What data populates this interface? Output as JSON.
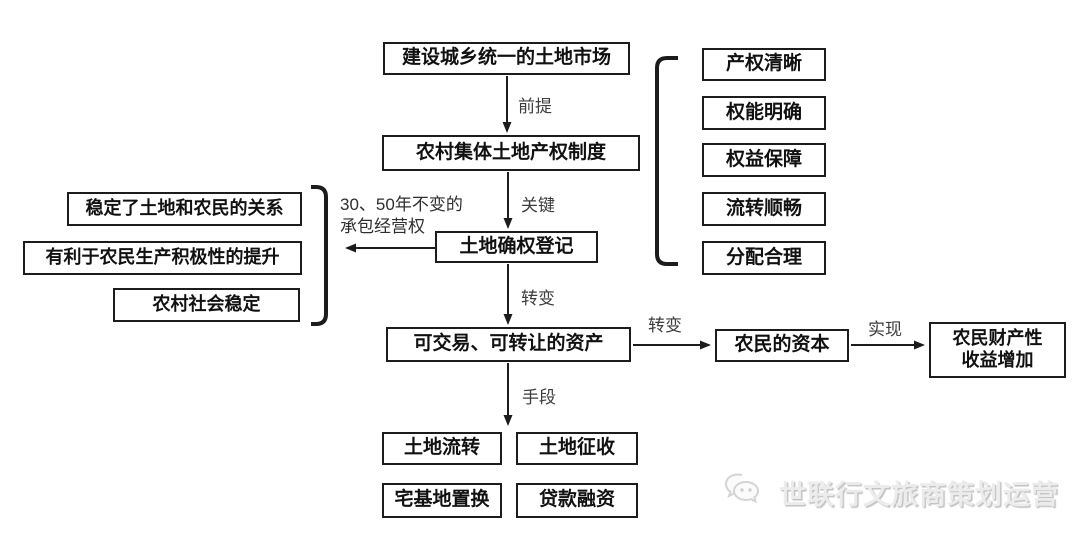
{
  "colors": {
    "line": "#1c1c1c",
    "box_border": "#1c1c1c",
    "box_text": "#111111",
    "label_text": "#3d3d3d",
    "watermark_text_color": "#ececec"
  },
  "flow": {
    "land_market": "建设城乡统一的土地市场",
    "premise_label": "前提",
    "property_system": "农村集体土地产权制度",
    "key_label": "关键",
    "registration": "土地确权登记",
    "transform_label": "转变",
    "tradable_assets": "可交易、可转让的资产",
    "means_label": "手段",
    "transform_right_label": "转变",
    "farmers_capital": "农民的资本",
    "realize_label": "实现",
    "property_income": "农民财产性\n收益增加"
  },
  "principles": {
    "items": [
      "产权清晰",
      "权能明确",
      "权益保障",
      "流转顺畅",
      "分配合理"
    ]
  },
  "effects": {
    "items": [
      "稳定了土地和农民的关系",
      "有利于农民生产积极性的提升",
      "农村社会稳定"
    ],
    "note": "30、50年不变的\n承包经营权"
  },
  "means": {
    "items": [
      "土地流转",
      "土地征收",
      "宅基地置换",
      "贷款融资"
    ]
  },
  "watermark": {
    "text": "世联行文旅商策划运营",
    "icon": "wechat-logo"
  }
}
